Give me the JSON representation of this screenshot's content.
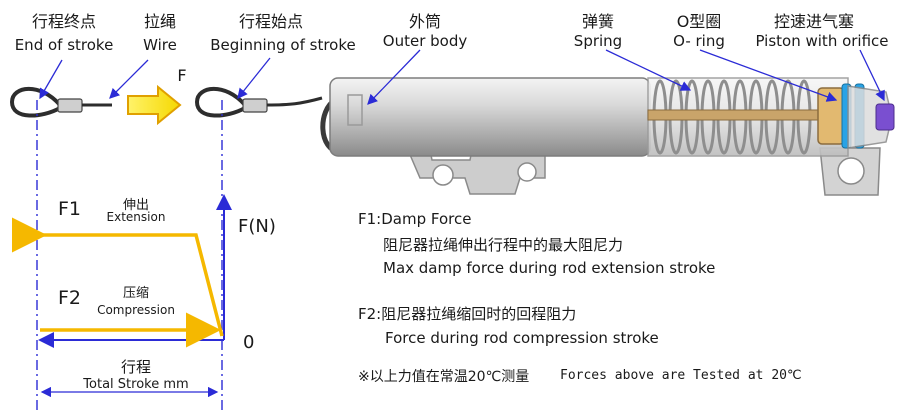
{
  "labels": {
    "end_of_stroke": {
      "zh": "行程终点",
      "en": "End of stroke"
    },
    "wire": {
      "zh": "拉绳",
      "en": "Wire"
    },
    "beginning_of_stroke": {
      "zh": "行程始点",
      "en": "Beginning of stroke"
    },
    "outer_body": {
      "zh": "外筒",
      "en": "Outer body"
    },
    "spring": {
      "zh": "弹簧",
      "en": "Spring"
    },
    "o_ring": {
      "zh": "O型圈",
      "en": "O- ring"
    },
    "piston": {
      "zh": "控速进气塞",
      "en": "Piston with orifice"
    },
    "force_arrow": "F"
  },
  "graph": {
    "f1": {
      "symbol": "F1",
      "zh": "伸出",
      "en": "Extension"
    },
    "f2": {
      "symbol": "F2",
      "zh": "压缩",
      "en": "Compression"
    },
    "y_axis": "F(N)",
    "origin": "0",
    "x_axis": {
      "zh": "行程",
      "en": "Total Stroke mm"
    }
  },
  "notes": {
    "f1_title": "F1:Damp Force",
    "f1_zh": "阻尼器拉绳伸出行程中的最大阻尼力",
    "f1_en": "Max damp force during rod extension stroke",
    "f2_title_zh": "F2:阻尼器拉绳缩回时的回程阻力",
    "f2_en": "Force during rod compression stroke",
    "footnote_zh": "※以上力值在常温20℃测量",
    "footnote_en": "Forces above are Tested at 20℃"
  },
  "colors": {
    "accent_blue": "#2b2bd6",
    "curve_yellow": "#f5b800",
    "arrow_yellow": "#f7e600",
    "arrow_outline": "#e0a000",
    "body_grey": "#c8c8c8",
    "ring_blue": "#29a3e6",
    "piston_purple": "#7a4fd0"
  }
}
